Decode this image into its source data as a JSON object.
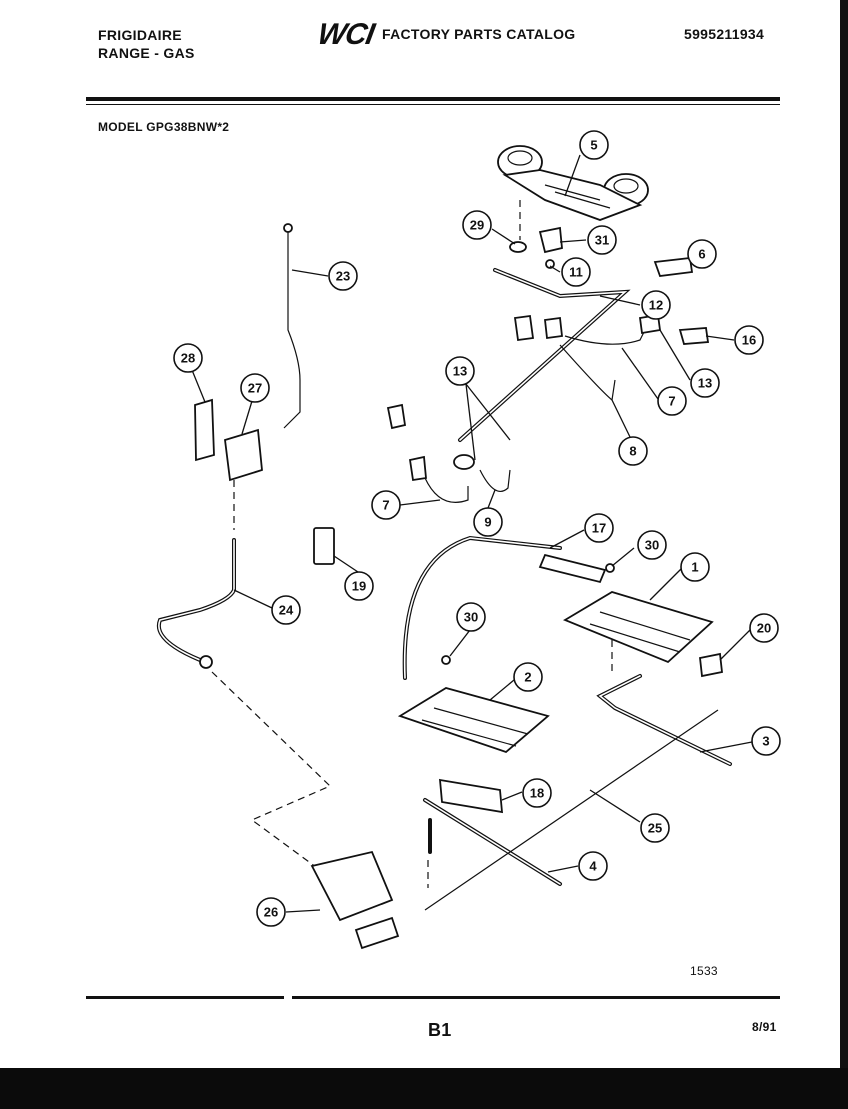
{
  "header": {
    "brand_line1": "FRIGIDAIRE",
    "brand_line2": "RANGE - GAS",
    "logo": "WCI",
    "catalog_title": "FACTORY PARTS CATALOG",
    "catalog_number": "5995211934",
    "model": "MODEL GPG38BNW*2"
  },
  "footer": {
    "diagram_code": "1533",
    "page_label": "B1",
    "date": "8/91"
  },
  "callouts": [
    "5",
    "29",
    "31",
    "6",
    "11",
    "12",
    "23",
    "16",
    "28",
    "27",
    "13",
    "13",
    "7",
    "8",
    "7",
    "9",
    "17",
    "30",
    "1",
    "19",
    "24",
    "30",
    "20",
    "2",
    "3",
    "18",
    "25",
    "4",
    "26"
  ]
}
